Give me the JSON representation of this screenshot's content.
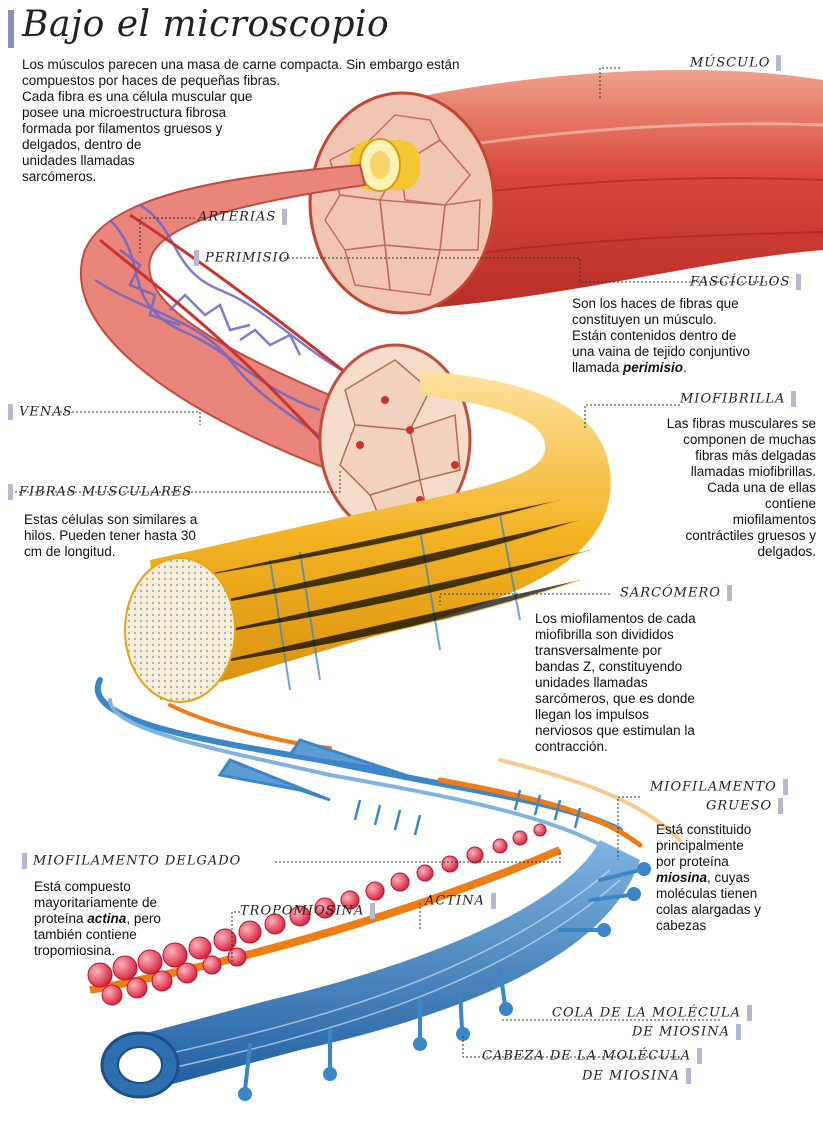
{
  "title": "Bajo el microscopio",
  "intro": "Los músculos parecen una masa de carne compacta. Sin embargo están\ncompuestos por haces de pequeñas fibras.\nCada fibra es una célula muscular que\nposee una microestructura fibrosa\nformada por filamentos gruesos y\ndelgados, dentro de\nunidades llamadas\nsarcómeros.",
  "labels": {
    "musculo": "Músculo",
    "arterias": "Arterias",
    "perimisio": "Perimisio",
    "fasciculos": "Fascículos",
    "venas": "Venas",
    "miofibrilla": "Miofibrilla",
    "fibras_musculares": "Fibras musculares",
    "sarcomero": "Sarcómero",
    "miofilamento_grueso_1": "Miofilamento",
    "miofilamento_grueso_2": "grueso",
    "miofilamento_delgado": "Miofilamento delgado",
    "tropomiosina": "Tropomiosina",
    "actina": "Actina",
    "cola_1": "Cola de la molécula",
    "cola_2": "de miosina",
    "cabeza_1": "Cabeza de la molécula",
    "cabeza_2": "de miosina"
  },
  "descriptions": {
    "fasciculos": {
      "before": "Son los haces de fibras que\nconstituyen un músculo.\nEstán contenidos dentro de\nuna vaina de tejido conjuntivo\nllamada ",
      "bold": "perimisio",
      "after": "."
    },
    "miofibrilla": "Las fibras musculares se\ncomponen de muchas\nfibras más delgadas\nllamadas miofibrillas.\nCada una de ellas\ncontiene\nmiofilamentos\ncontráctiles gruesos y\ndelgados.",
    "fibras_musculares": "Estas células son similares a\nhilos. Pueden tener hasta 30\ncm de longitud.",
    "sarcomero": "Los miofilamentos de cada\nmiofibrilla son divididos\ntransversalmente por\nbandas Z, constituyendo\nunidades llamadas\nsarcómeros, que es donde\nllegan los impulsos\nnerviosos que estimulan la\ncontracción.",
    "miofilamento_grueso": {
      "before": "Está constituido\nprincipalmente\npor proteína\n",
      "bold": "miosina",
      "after": ", cuyas\nmoléculas tienen\ncolas alargadas y\ncabezas"
    },
    "miofilamento_delgado": {
      "before": "Está compuesto\nmayoritariamente de\nproteína ",
      "bold": "actina",
      "after": ", pero\ntambién contiene\ntropomiosina."
    }
  },
  "colors": {
    "muscle": "#d9453d",
    "muscle_light": "#f2b3a0",
    "vein": "#6a63c9",
    "artery": "#c9342f",
    "myofibril": "#f2b21b",
    "myofilament": "#3a86c8",
    "actin_bead": "#e0304a",
    "tropomyosin": "#f07d14",
    "label_tick": "#b6b7d2"
  }
}
